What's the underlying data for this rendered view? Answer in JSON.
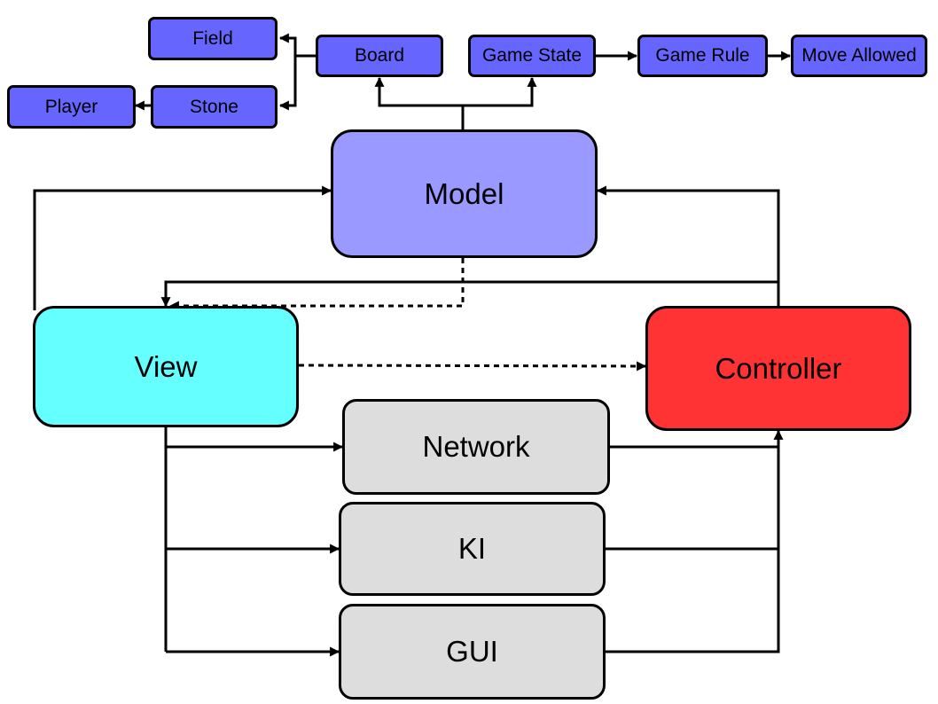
{
  "nodes": {
    "field": "Field",
    "player": "Player",
    "stone": "Stone",
    "board": "Board",
    "game_state": "Game State",
    "game_rule": "Game Rule",
    "move_allowed": "Move Allowed",
    "model": "Model",
    "view": "View",
    "controller": "Controller",
    "network": "Network",
    "ki": "KI",
    "gui": "GUI"
  },
  "colors": {
    "small_boxes": "#6666ff",
    "model": "#9999ff",
    "view": "#66ffff",
    "controller": "#ff3333",
    "components": "#dddddd",
    "lines": "#000000"
  }
}
